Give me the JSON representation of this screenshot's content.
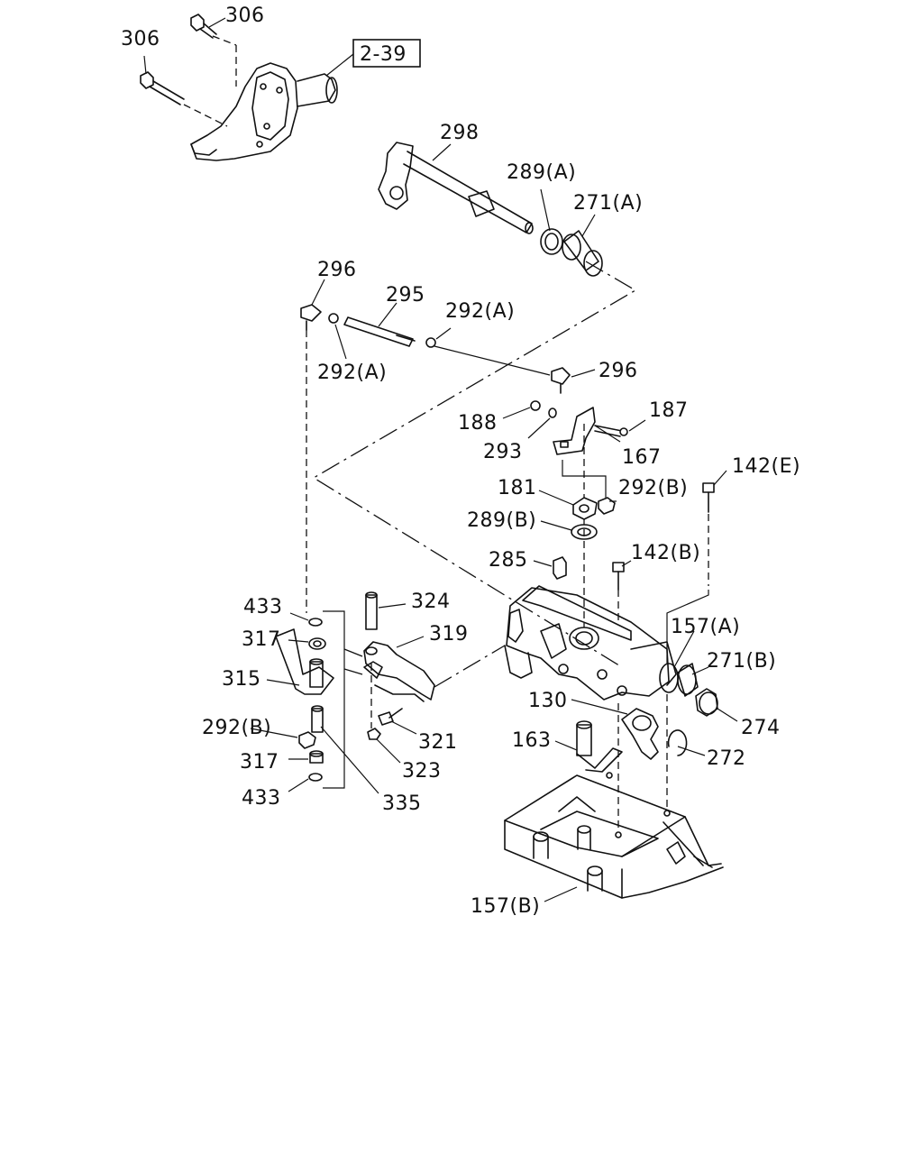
{
  "diagram": {
    "reference_box": "2-39",
    "callouts": [
      {
        "id": "c306a",
        "text": "306"
      },
      {
        "id": "c306b",
        "text": "306"
      },
      {
        "id": "c298",
        "text": "298"
      },
      {
        "id": "c289a",
        "text": "289(A)"
      },
      {
        "id": "c271a",
        "text": "271(A)"
      },
      {
        "id": "c296a",
        "text": "296"
      },
      {
        "id": "c295",
        "text": "295"
      },
      {
        "id": "c292a1",
        "text": "292(A)"
      },
      {
        "id": "c292a2",
        "text": "292(A)"
      },
      {
        "id": "c296b",
        "text": "296"
      },
      {
        "id": "c188",
        "text": "188"
      },
      {
        "id": "c187",
        "text": "187"
      },
      {
        "id": "c293",
        "text": "293"
      },
      {
        "id": "c167",
        "text": "167"
      },
      {
        "id": "c181",
        "text": "181"
      },
      {
        "id": "c292b1",
        "text": "292(B)"
      },
      {
        "id": "c142e",
        "text": "142(E)"
      },
      {
        "id": "c289b",
        "text": "289(B)"
      },
      {
        "id": "c285",
        "text": "285"
      },
      {
        "id": "c142b",
        "text": "142(B)"
      },
      {
        "id": "c433a",
        "text": "433"
      },
      {
        "id": "c324",
        "text": "324"
      },
      {
        "id": "c157a",
        "text": "157(A)"
      },
      {
        "id": "c317a",
        "text": "317"
      },
      {
        "id": "c319",
        "text": "319"
      },
      {
        "id": "c271b",
        "text": "271(B)"
      },
      {
        "id": "c315",
        "text": "315"
      },
      {
        "id": "c130",
        "text": "130"
      },
      {
        "id": "c274",
        "text": "274"
      },
      {
        "id": "c292b2",
        "text": "292(B)"
      },
      {
        "id": "c321",
        "text": "321"
      },
      {
        "id": "c163",
        "text": "163"
      },
      {
        "id": "c272",
        "text": "272"
      },
      {
        "id": "c317b",
        "text": "317"
      },
      {
        "id": "c323",
        "text": "323"
      },
      {
        "id": "c433b",
        "text": "433"
      },
      {
        "id": "c335",
        "text": "335"
      },
      {
        "id": "c157b",
        "text": "157(B)"
      }
    ]
  }
}
